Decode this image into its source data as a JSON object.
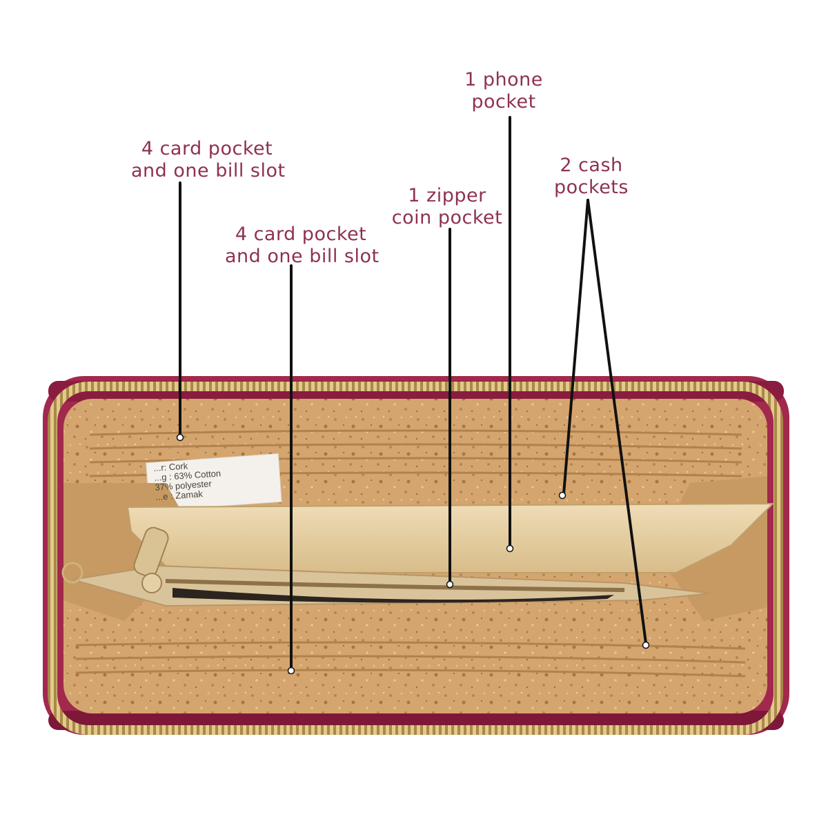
{
  "colors": {
    "label_text": "#8e3152",
    "pointer_line": "#111111",
    "wallet_exterior": "#a2284e",
    "cork": "#d6a874",
    "lining": "#e5cfa2",
    "zipper": "#c9a862"
  },
  "callouts": [
    {
      "id": "card-pocket-top",
      "lines": [
        "4 card pocket",
        "and one bill slot"
      ]
    },
    {
      "id": "card-pocket-bottom",
      "lines": [
        "4 card pocket",
        "and one bill slot"
      ]
    },
    {
      "id": "zipper-coin-pocket",
      "lines": [
        "1 zipper",
        "coin pocket"
      ]
    },
    {
      "id": "phone-pocket",
      "lines": [
        "1 phone",
        "pocket"
      ]
    },
    {
      "id": "cash-pockets",
      "lines": [
        "2 cash",
        "pockets"
      ]
    }
  ],
  "material_tag": {
    "lines": [
      "...r: Cork",
      "...g : 63% Cotton",
      "37% polyester",
      "...e : Zamak"
    ]
  }
}
